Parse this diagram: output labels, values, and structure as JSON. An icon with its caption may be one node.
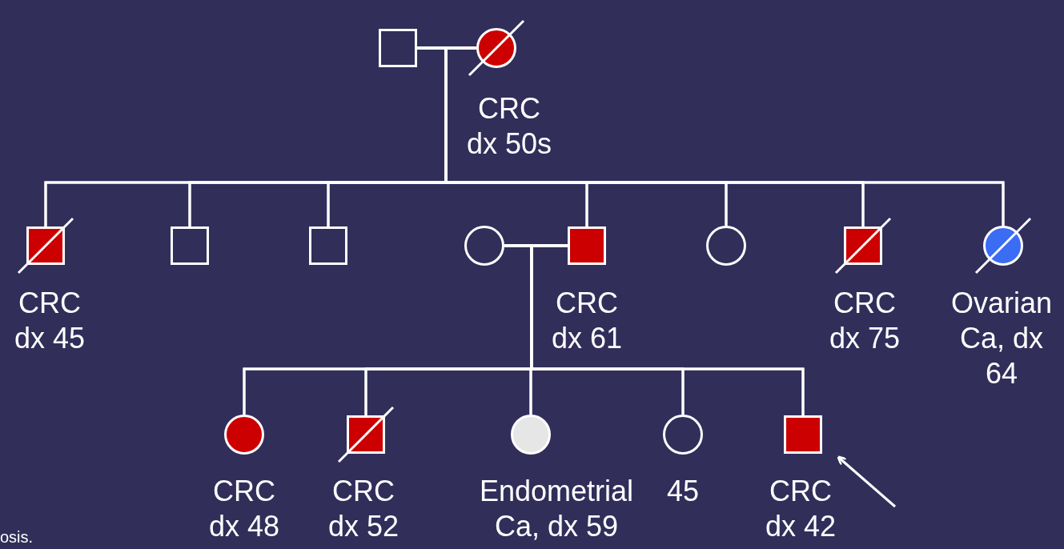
{
  "diagram": {
    "nodes": [
      {
        "text": [],
        "shape": "box"
      },
      {
        "text": [
          "CRC dx 50s"
        ]
      },
      {
        "text": [
          "CRC dx 45"
        ]
      },
      {
        "text": [],
        "shape": "box"
      },
      {
        "text": [],
        "shape": "box"
      },
      {
        "text": [],
        "shape": "circle"
      },
      {
        "text": [
          "CRC dx 61"
        ]
      },
      {
        "text": [],
        "shape": "circle"
      },
      {
        "text": [
          "CRC dx 75"
        ]
      },
      {
        "text": [
          "Ovarian Ca, dx 64"
        ]
      },
      {
        "text": [
          "CRC dx 48"
        ]
      },
      {
        "text": [
          "CRC dx 52"
        ]
      },
      {
        "text": [
          "Endometrial Ca, dx 59"
        ]
      },
      {
        "text": [
          "45"
        ]
      },
      {
        "text": [
          "CRC dx 42"
        ]
      }
    ],
    "edges": [
      {
        "from": 0,
        "to": 1,
        "arrow": "none"
      },
      {
        "from": 0,
        "to": 2,
        "arrow": "none"
      },
      {
        "from": 1,
        "to": 2,
        "arrow": "none"
      },
      {
        "from": 0,
        "to": 3,
        "arrow": "none"
      },
      {
        "from": 1,
        "to": 3,
        "arrow": "none"
      },
      {
        "from": 0,
        "to": 4,
        "arrow": "none"
      },
      {
        "from": 1,
        "to": 4,
        "arrow": "none"
      },
      {
        "from": 0,
        "to": 6,
        "arrow": "none"
      },
      {
        "from": 1,
        "to": 6,
        "arrow": "none"
      },
      {
        "from": 0,
        "to": 7,
        "arrow": "none"
      },
      {
        "from": 1,
        "to": 7,
        "arrow": "none"
      },
      {
        "from": 0,
        "to": 8,
        "arrow": "none"
      },
      {
        "from": 1,
        "to": 8,
        "arrow": "none"
      },
      {
        "from": 0,
        "to": 9,
        "arrow": "none"
      },
      {
        "from": 1,
        "to": 9,
        "arrow": "none"
      },
      {
        "from": 5,
        "to": 6,
        "arrow": "none"
      },
      {
        "from": 5,
        "to": 10,
        "arrow": "none"
      },
      {
        "from": 6,
        "to": 10,
        "arrow": "none"
      },
      {
        "from": 5,
        "to": 11,
        "arrow": "none"
      },
      {
        "from": 6,
        "to": 11,
        "arrow": "none"
      },
      {
        "from": 5,
        "to": 12,
        "arrow": "none"
      },
      {
        "from": 6,
        "to": 12,
        "arrow": "none"
      },
      {
        "from": 5,
        "to": 13,
        "arrow": "none"
      },
      {
        "from": 6,
        "to": 13,
        "arrow": "none"
      },
      {
        "from": 5,
        "to": 14,
        "arrow": "none"
      },
      {
        "from": 6,
        "to": 14,
        "arrow": "none"
      },
      {
        "from": null,
        "to": 14,
        "arrow": "to"
      }
    ],
    "labels": [
      "osis."
    ]
  }
}
